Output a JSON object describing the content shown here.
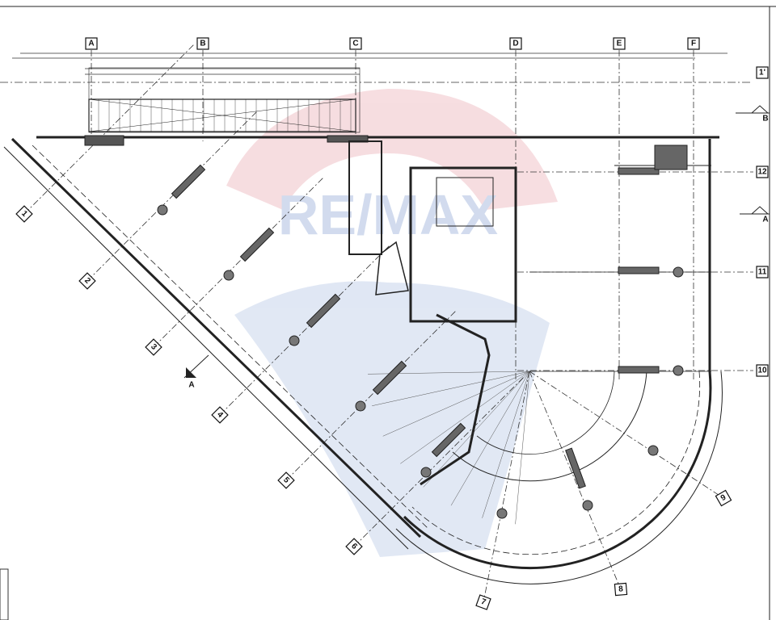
{
  "plan": {
    "column_axes": [
      "A",
      "B",
      "C",
      "D",
      "E",
      "F"
    ],
    "row_axes": [
      "1'",
      "12",
      "11",
      "10"
    ],
    "radial_axes": [
      "1",
      "2",
      "3",
      "4",
      "5",
      "6",
      "7",
      "8",
      "9"
    ],
    "section_markers": [
      {
        "label": "A"
      },
      {
        "label": "A"
      },
      {
        "label": "B"
      }
    ],
    "watermark": {
      "text": "RE/MAX",
      "colors": [
        "#e8a0a8",
        "#a8bde0"
      ]
    }
  }
}
